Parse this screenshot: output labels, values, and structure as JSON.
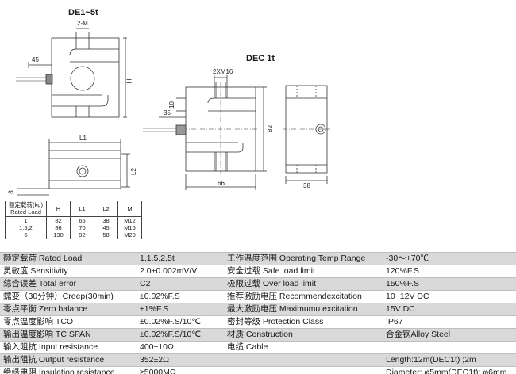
{
  "drawing": {
    "title_left": "DE1~5t",
    "title_right": "DEC 1t",
    "labels": {
      "m2": "2-M",
      "d45": "45",
      "h": "H",
      "l1": "L1",
      "l2": "L2",
      "d8": "8",
      "xm16": "2XM16",
      "d10": "10",
      "d35": "35",
      "d82": "82",
      "d66": "66",
      "d38": "38"
    }
  },
  "model_table": {
    "headers": [
      "额定载荷(kg) Rated Load",
      "H",
      "L1",
      "L2",
      "M"
    ],
    "rows": [
      [
        "1",
        "82",
        "66",
        "38",
        "M12"
      ],
      [
        "1.5,2",
        "86",
        "70",
        "45",
        "M16"
      ],
      [
        "5",
        "130",
        "92",
        "58",
        "M20"
      ]
    ]
  },
  "specs": {
    "rows": [
      [
        "额定载荷 Rated Load",
        "1,1.5,2,5t",
        "工作温度范围 Operating Temp Range",
        "-30～+70℃"
      ],
      [
        "灵敏度 Sensitivity",
        "2.0±0.002mV/V",
        "安全过载 Safe load limit",
        "120%F.S"
      ],
      [
        "综合误差 Total error",
        "C2",
        "极限过载 Over load limit",
        "150%F.S"
      ],
      [
        "蠕变（30分钟）Creep(30min)",
        "±0.02%F.S",
        "推荐激励电压 Recommendexcitation",
        "10~12V DC"
      ],
      [
        "零点平衡 Zero balance",
        "±1%F.S",
        "最大激励电压 Maximumu excitation",
        "15V DC"
      ],
      [
        "零点温度影响 TCO",
        "±0.02%F.S/10℃",
        "密封等级 Protection Class",
        "IP67"
      ],
      [
        "输出温度影响 TC SPAN",
        "±0.02%F.S/10℃",
        "材质 Construction",
        "合金钢Alloy Steel"
      ],
      [
        "输入阻抗 Input resistance",
        "400±10Ω",
        "电缆 Cable",
        ""
      ],
      [
        "输出阻抗 Output resistance",
        "352±2Ω",
        "",
        "Length:12m(DEC1t) ;2m"
      ],
      [
        "绝缘电阻 Insulation resistance",
        "≥5000MΩ",
        "",
        "Diameter: φ5mm(DEC1t); φ6mm"
      ]
    ]
  }
}
